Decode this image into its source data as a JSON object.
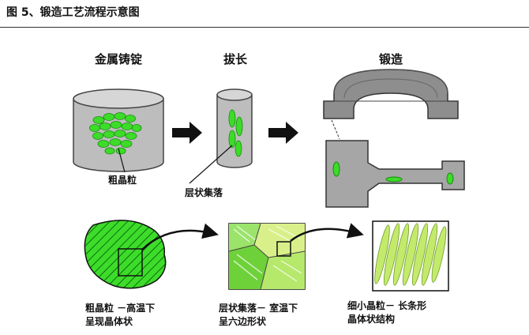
{
  "figure_title": "图 5、锻造工艺流程示意图",
  "stages": {
    "ingot": "金属铸锭",
    "drawing": "拔长",
    "forging": "锻造"
  },
  "annotations": {
    "coarse_grain": "粗晶粒",
    "layered": "层状集落"
  },
  "captions": {
    "c1_line1": "粗晶粒 －高温下",
    "c1_line2": "呈现晶体状",
    "c2_line1": "层状集落－  室温下",
    "c2_line2": "呈六边形状",
    "c3_line1": "细小晶粒－ 长条形",
    "c3_line2": "晶体状结构"
  },
  "colors": {
    "metal_gray": "#bdbdbd",
    "grain_green": "#3cdc28",
    "light_green": "#b4ec5a",
    "arrow_black": "#111111"
  }
}
